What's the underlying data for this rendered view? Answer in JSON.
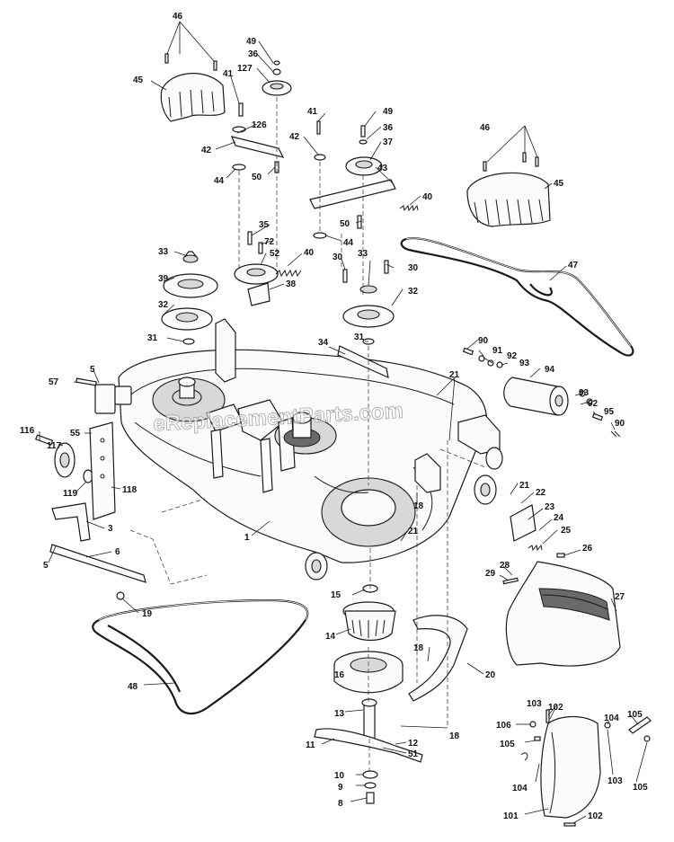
{
  "watermark": "eReplacementParts.com",
  "callouts": {
    "c1": "1",
    "c3": "3",
    "c5a": "5",
    "c5b": "5",
    "c6": "6",
    "c8": "8",
    "c9": "9",
    "c10": "10",
    "c11": "11",
    "c12": "12",
    "c13": "13",
    "c14": "14",
    "c15": "15",
    "c16": "16",
    "c18a": "18",
    "c18b": "18",
    "c18c": "18",
    "c19": "19",
    "c20": "20",
    "c21a": "21",
    "c21b": "21",
    "c21c": "21",
    "c22": "22",
    "c23": "23",
    "c24": "24",
    "c25": "25",
    "c26": "26",
    "c27": "27",
    "c28": "28",
    "c29": "29",
    "c30a": "30",
    "c30b": "30",
    "c31a": "31",
    "c31b": "31",
    "c32a": "32",
    "c32b": "32",
    "c33a": "33",
    "c33b": "33",
    "c34": "34",
    "c35": "35",
    "c36a": "36",
    "c36b": "36",
    "c37": "37",
    "c38": "38",
    "c39": "39",
    "c40a": "40",
    "c40b": "40",
    "c41a": "41",
    "c41b": "41",
    "c42a": "42",
    "c42b": "42",
    "c43": "43",
    "c44a": "44",
    "c44b": "44",
    "c45a": "45",
    "c45b": "45",
    "c46a": "46",
    "c46b": "46",
    "c47": "47",
    "c48": "48",
    "c49a": "49",
    "c49b": "49",
    "c50a": "50",
    "c50b": "50",
    "c51": "51",
    "c52": "52",
    "c55": "55",
    "c57": "57",
    "c72": "72",
    "c90a": "90",
    "c90b": "90",
    "c91": "91",
    "c92a": "92",
    "c92b": "92",
    "c93a": "93",
    "c93b": "93",
    "c94": "94",
    "c95": "95",
    "c101": "101",
    "c102a": "102",
    "c102b": "102",
    "c103a": "103",
    "c103b": "103",
    "c104a": "104",
    "c104b": "104",
    "c105a": "105",
    "c105b": "105",
    "c105c": "105",
    "c106": "106",
    "c116": "116",
    "c117": "117",
    "c118": "118",
    "c119": "119",
    "c126": "126",
    "c127": "127"
  }
}
